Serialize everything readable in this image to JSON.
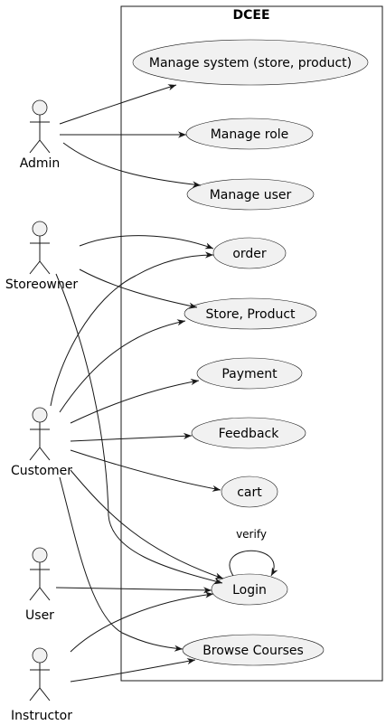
{
  "system": {
    "title": "DCEE"
  },
  "actors": {
    "admin": "Admin",
    "storeowner": "Storeowner",
    "customer": "Customer",
    "user": "User",
    "instructor": "Instructor"
  },
  "usecases": {
    "manage_system": "Manage system (store, product)",
    "manage_role": "Manage role",
    "manage_user": "Manage user",
    "order": "order",
    "store_product": "Store, Product",
    "payment": "Payment",
    "feedback": "Feedback",
    "cart": "cart",
    "login": "Login",
    "browse_courses": "Browse Courses"
  },
  "relations": [
    {
      "from": "Admin",
      "to": "Manage system (store, product)"
    },
    {
      "from": "Admin",
      "to": "Manage role"
    },
    {
      "from": "Admin",
      "to": "Manage user"
    },
    {
      "from": "Storeowner",
      "to": "order"
    },
    {
      "from": "Storeowner",
      "to": "Store, Product"
    },
    {
      "from": "Storeowner",
      "to": "Login"
    },
    {
      "from": "Customer",
      "to": "order"
    },
    {
      "from": "Customer",
      "to": "Store, Product"
    },
    {
      "from": "Customer",
      "to": "Payment"
    },
    {
      "from": "Customer",
      "to": "Feedback"
    },
    {
      "from": "Customer",
      "to": "cart"
    },
    {
      "from": "Customer",
      "to": "Login"
    },
    {
      "from": "Customer",
      "to": "Browse Courses"
    },
    {
      "from": "User",
      "to": "Login"
    },
    {
      "from": "Instructor",
      "to": "Login"
    },
    {
      "from": "Instructor",
      "to": "Browse Courses"
    },
    {
      "from": "Login",
      "to": "Login",
      "label": "verify"
    }
  ]
}
